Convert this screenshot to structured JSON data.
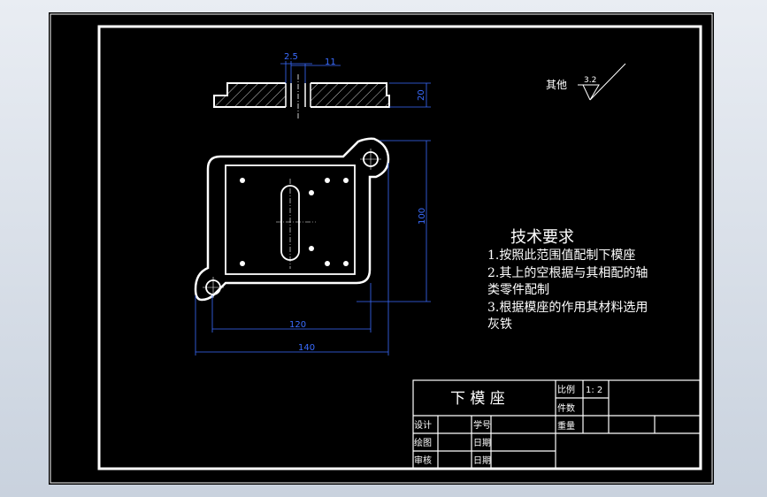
{
  "surface_finish": {
    "label": "其他",
    "value": "3.2"
  },
  "dimensions": {
    "slot_width": "2.5",
    "slot_offset": "11",
    "thickness": "20",
    "height": "100",
    "inner_width": "120",
    "outer_width": "140"
  },
  "notes": {
    "title": "技术要求",
    "lines": [
      "1.按照此范围值配制下模座",
      "2.其上的空根据与其相配的轴",
      "类零件配制",
      "3.根据模座的作用其材料选用",
      "灰铁"
    ]
  },
  "title_block": {
    "part_name": "下 模 座",
    "scale_label": "比例",
    "scale_value": "1: 2",
    "count_label": "件数",
    "weight_label": "重量",
    "design_label": "设计",
    "student_id_label": "学号",
    "drawing_label": "绘图",
    "date_label_1": "日期",
    "review_label": "审核",
    "date_label_2": "日期"
  },
  "colors": {
    "line": "#ffffff",
    "dimension": "#3a6cff",
    "hatch": "#ffffff",
    "background": "#000000"
  }
}
